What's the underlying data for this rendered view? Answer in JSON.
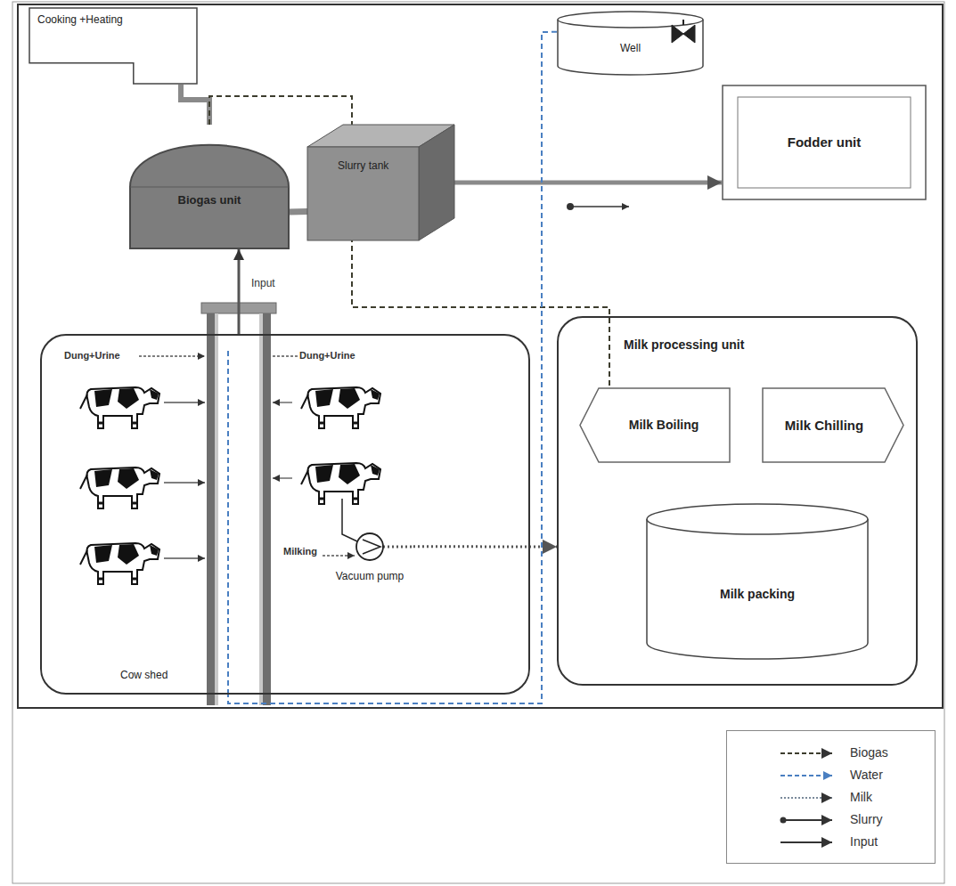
{
  "diagram": {
    "nodes": [
      {
        "text": [
          "Cooking +Heating"
        ]
      },
      {
        "text": [
          "Well"
        ]
      },
      {
        "text": [
          "Biogas unit"
        ]
      },
      {
        "text": [
          "Slurry tank"
        ]
      },
      {
        "text": [
          "Fodder unit"
        ]
      },
      {
        "text": [
          "Cow shed"
        ]
      },
      {
        "text": [
          "Vacuum pump"
        ],
        "in": 5
      },
      {
        "text": [
          "Milk processing unit"
        ]
      },
      {
        "text": [
          "Milk Boiling"
        ],
        "in": 7
      },
      {
        "text": [
          "Milk Chilling"
        ],
        "in": 7
      },
      {
        "text": [
          "Milk packing"
        ],
        "in": 7
      }
    ],
    "edges": [
      {
        "from": 2,
        "to": 0,
        "arrow": "none"
      },
      {
        "from": 2,
        "to": 8,
        "arrow": "none"
      },
      {
        "from": 2,
        "to": 3,
        "arrow": "none"
      },
      {
        "from": 3,
        "to": 4,
        "arrow": "to"
      },
      {
        "from": 1,
        "to": 5,
        "arrow": "none"
      },
      {
        "from": 5,
        "to": 2,
        "label": "Input",
        "arrow": "to"
      },
      {
        "from": 6,
        "to": 7,
        "arrow": "to"
      }
    ],
    "labels": [
      "Dung+Urine",
      "Dung+Urine",
      "Milking"
    ],
    "legend": [
      {
        "text": "Biogas"
      },
      {
        "text": "Water"
      },
      {
        "text": "Milk"
      },
      {
        "text": "Slurry"
      },
      {
        "text": "Input"
      }
    ]
  }
}
